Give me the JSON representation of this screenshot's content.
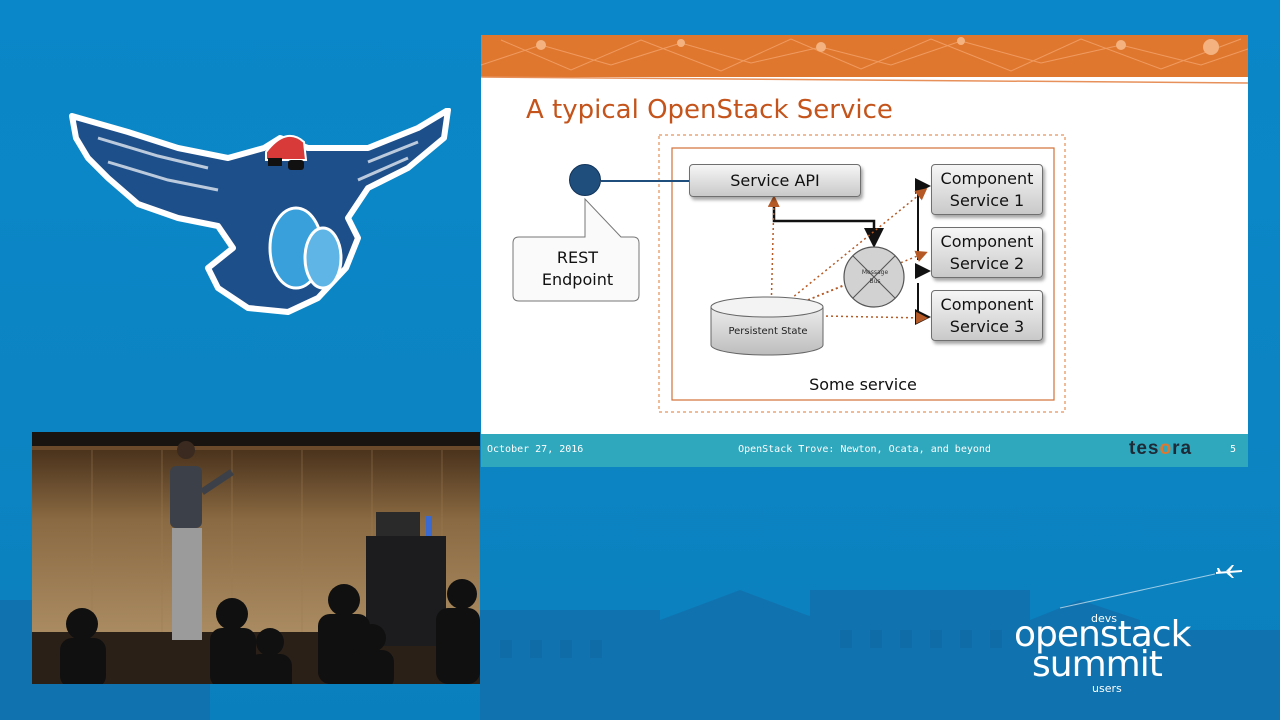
{
  "slide": {
    "title": "A typical OpenStack Service",
    "diagram": {
      "service_api": "Service API",
      "rest_endpoint_line1": "REST",
      "rest_endpoint_line2": "Endpoint",
      "component1_line1": "Component",
      "component1_line2": "Service 1",
      "component2_line1": "Component",
      "component2_line2": "Service 2",
      "component3_line1": "Component",
      "component3_line2": "Service 3",
      "message_bus_line1": "Message",
      "message_bus_line2": "Bus",
      "persistent_state": "Persistent State",
      "some_service": "Some service"
    },
    "footer": {
      "date": "October 27, 2016",
      "center": "OpenStack Trove: Newton, Ocata, and beyond",
      "logo": "tes",
      "logo_o": "o",
      "logo_end": "ra",
      "page": "5"
    }
  },
  "summit_logo": {
    "devs": "devs",
    "word1": "openstack",
    "word2": "summit",
    "users": "users"
  },
  "colors": {
    "background": "#0b86c6",
    "banner_orange": "#e0772f",
    "footer_teal": "#2fa7bd",
    "title_orange": "#c4541b",
    "endpoint_dot": "#1f4e7d"
  },
  "icons": {
    "mascot": "pigeon-mascot-icon",
    "airplane": "airplane-icon"
  }
}
